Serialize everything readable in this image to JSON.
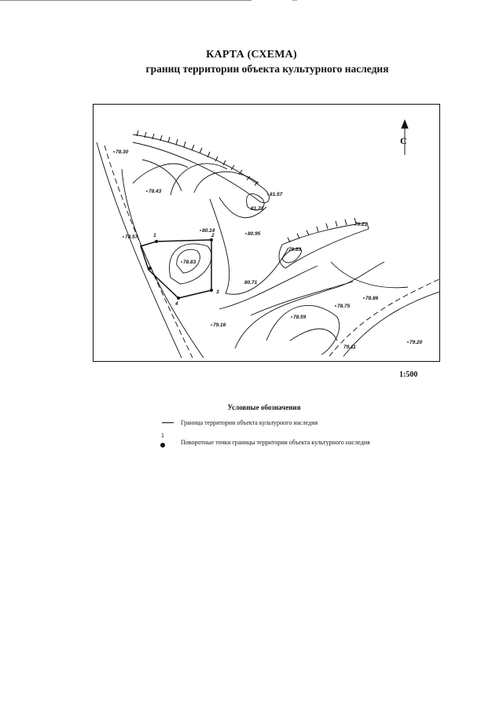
{
  "header": {
    "title": "КАРТА (СХЕМА)",
    "subtitle": "границ территории объекта культурного наследия"
  },
  "map": {
    "north_label": "С",
    "scale": "1:500",
    "elevations": {
      "e1": "78.30",
      "e2": "78.43",
      "e3": "78.57",
      "e4": "78.83",
      "e5": "80.14",
      "e6": "80.95",
      "e7": "81.57",
      "e8": "81.73",
      "e9": "79.21",
      "e10": "79.83",
      "e11": "80.71",
      "e12": "78.75",
      "e13": "78.86",
      "e14": "78.59",
      "e15": "79.16",
      "e16": "79.11",
      "e17": "79.20"
    },
    "points": {
      "p1": "1",
      "p2": "2",
      "p3": "3",
      "p4": "4"
    }
  },
  "legend": {
    "title": "Условные обозначения",
    "boundary_label": "Граница территории объекта культурного наследия",
    "points_label": "Поворотные точки границы территории объекта культурного наследия",
    "points_number": "1"
  }
}
